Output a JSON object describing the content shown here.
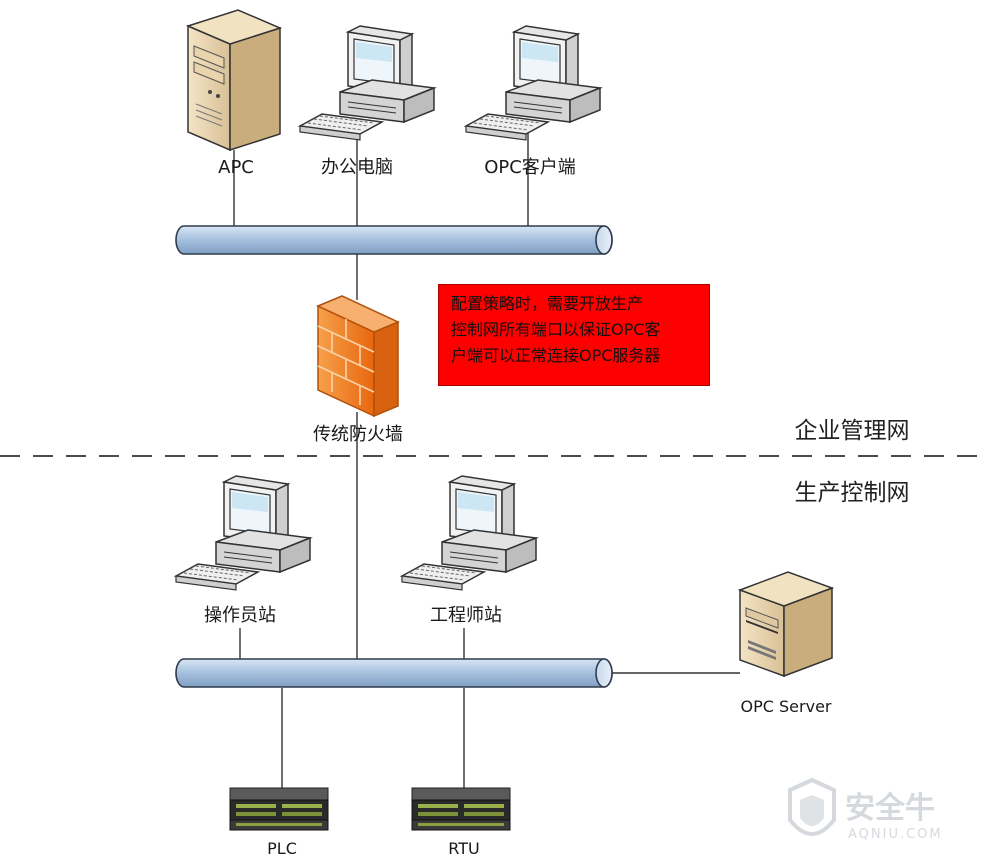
{
  "labels": {
    "apc": "APC",
    "office_pc": "办公电脑",
    "opc_client": "OPC客户端",
    "firewall": "传统防火墙",
    "operator_station": "操作员站",
    "engineer_station": "工程师站",
    "opc_server": "OPC Server",
    "plc": "PLC",
    "rtu": "RTU"
  },
  "zones": {
    "enterprise": "企业管理网",
    "production": "生产控制网"
  },
  "note": {
    "line1": "配置策略时，需要开放生产",
    "line2": "控制网所有端口以保证OPC客",
    "line3": "户端可以正常连接OPC服务器"
  },
  "watermark": {
    "brand": "安全牛",
    "domain": "AQNIU.COM"
  },
  "colors": {
    "bus_fill": "#a9c3e0",
    "bus_stroke": "#2f3b4d",
    "note_bg": "#ff0000",
    "firewall": "#f07a1c",
    "line": "#333333"
  },
  "icons": [
    "server-tower-icon",
    "desktop-computer-icon",
    "firewall-icon",
    "rack-server-icon",
    "opc-server-icon"
  ]
}
